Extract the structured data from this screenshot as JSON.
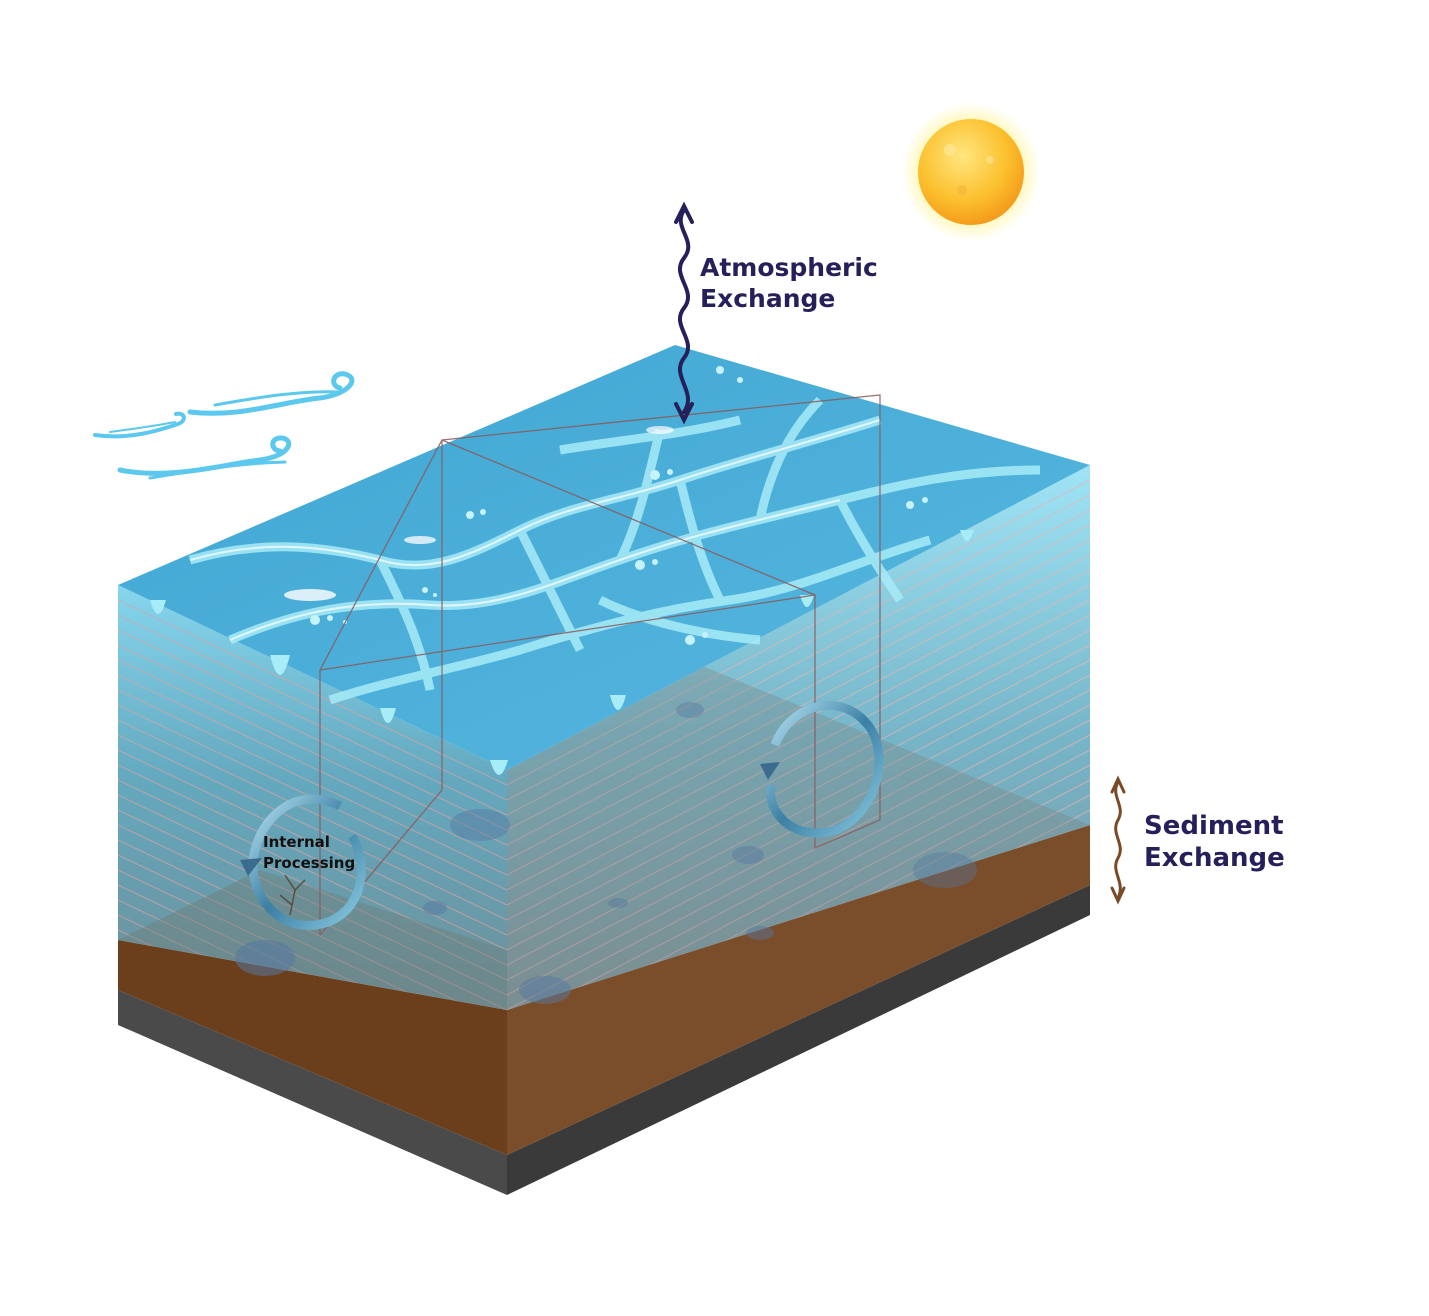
{
  "labels": {
    "atmospheric": [
      "Atmospheric",
      "Exchange"
    ],
    "sediment": [
      "Sediment",
      "Exchange"
    ],
    "internal": [
      "Internal",
      "Processing"
    ]
  },
  "colors": {
    "label_text": "#25205a",
    "internal_label_text": "#111111",
    "atmospheric_arrow": "#25205a",
    "sediment_arrow": "#7a4a28",
    "water_surface": "#4fb8d8",
    "water_highlight": "#9fe6f4",
    "water_column": "#5a9aae",
    "sediment_layer": "#7a4a25",
    "bedrock_layer": "#4a4a4a",
    "wind": "#5cc8ee",
    "sun": "#f6a81c"
  },
  "icons": [
    "sun-icon",
    "wind-icon",
    "circulation-arrow-icon",
    "double-headed-wavy-arrow-icon"
  ]
}
